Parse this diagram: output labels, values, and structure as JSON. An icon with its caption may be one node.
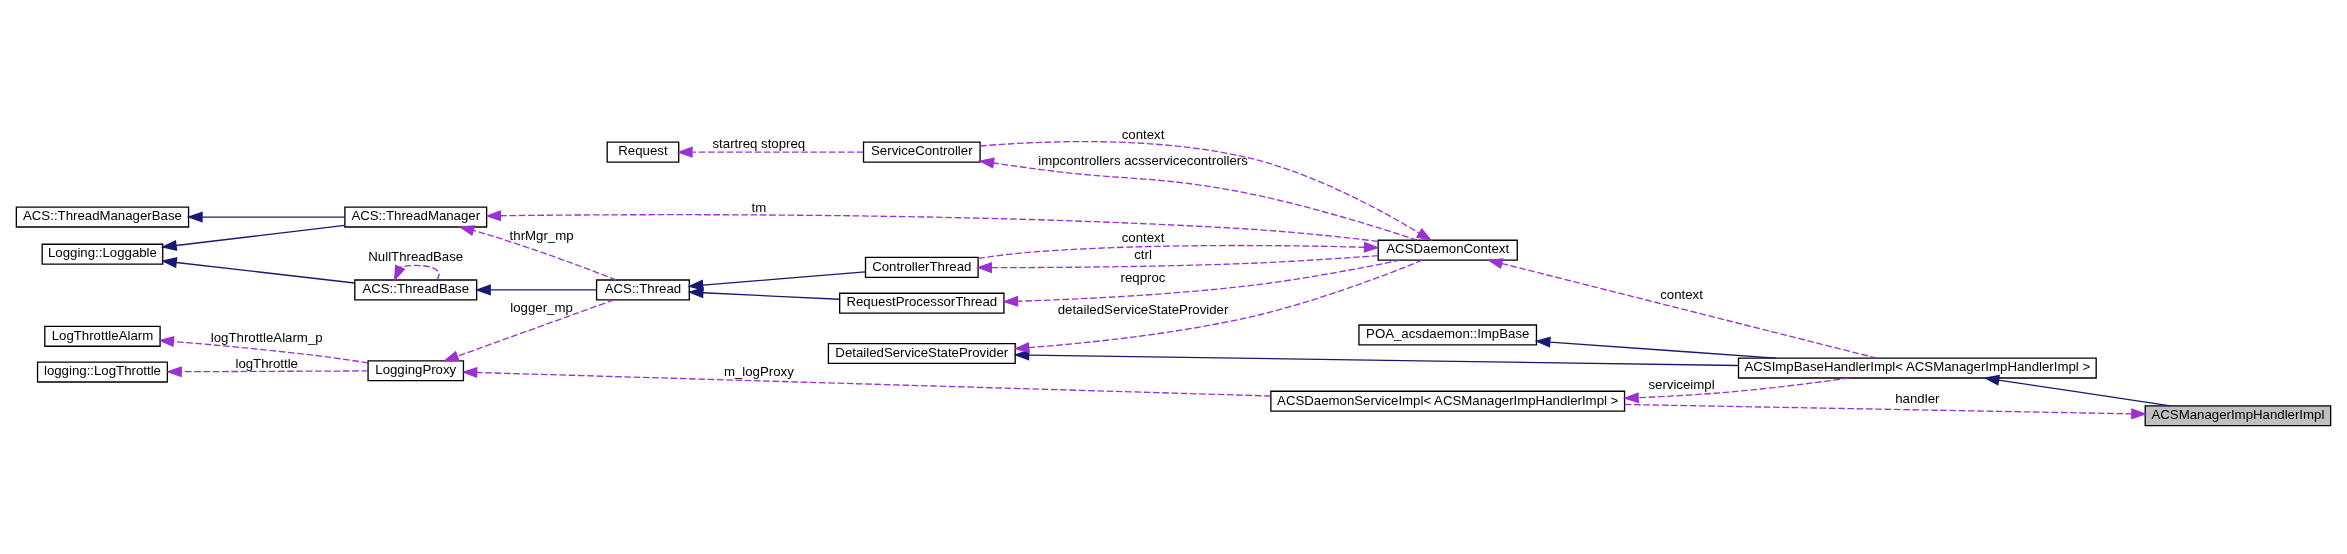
{
  "diagram": {
    "nodes": [
      {
        "text": [
          "ACSManagerImpHandlerImpl"
        ]
      },
      {
        "text": [
          "ACSDaemonServiceImpl< ACSManagerImpHandlerImpl >"
        ]
      },
      {
        "text": [
          "POA_acsdaemon::ImpBase"
        ]
      },
      {
        "text": [
          "ACSImpBaseHandlerImpl< ACSManagerImpHandlerImpl >"
        ]
      },
      {
        "text": [
          "LogThrottleAlarm"
        ]
      },
      {
        "text": [
          "LoggingProxy"
        ]
      },
      {
        "text": [
          "logging::LogThrottle"
        ]
      },
      {
        "text": [
          "DetailedServiceStateProvider"
        ]
      },
      {
        "text": [
          "Logging::Loggable"
        ]
      },
      {
        "text": [
          "ACS::ThreadBase"
        ]
      },
      {
        "text": [
          "ACS::Thread"
        ]
      },
      {
        "text": [
          "ACS::ThreadManagerBase"
        ]
      },
      {
        "text": [
          "ACS::ThreadManager"
        ]
      },
      {
        "text": [
          "RequestProcessorThread"
        ]
      },
      {
        "text": [
          "ACSDaemonContext"
        ]
      },
      {
        "text": [
          "ControllerThread"
        ]
      },
      {
        "text": [
          "ServiceController"
        ]
      },
      {
        "text": [
          "Request"
        ]
      }
    ],
    "edges": [
      {
        "from": 0,
        "to": 3,
        "arrow": "to",
        "color": "#191970"
      },
      {
        "from": 1,
        "to": 0,
        "arrow": "to",
        "label": "handler",
        "style": "dashed"
      },
      {
        "from": 3,
        "to": 1,
        "arrow": "to",
        "label": "serviceimpl",
        "style": "dashed"
      },
      {
        "from": 3,
        "to": 2,
        "arrow": "to",
        "color": "#191970"
      },
      {
        "from": 3,
        "to": 7,
        "arrow": "to",
        "color": "#191970"
      },
      {
        "from": 1,
        "to": 5,
        "arrow": "to",
        "label": "m_logProxy",
        "style": "dashed"
      },
      {
        "from": 5,
        "to": 4,
        "arrow": "to",
        "label": "logThrottleAlarm_p",
        "style": "dashed"
      },
      {
        "from": 5,
        "to": 6,
        "arrow": "to",
        "label": "logThrottle",
        "style": "dashed"
      },
      {
        "from": 10,
        "to": 5,
        "arrow": "to",
        "label": "logger_mp",
        "style": "dashed"
      },
      {
        "from": 9,
        "to": 8,
        "arrow": "to",
        "color": "#191970"
      },
      {
        "from": 9,
        "to": 9,
        "arrow": "to",
        "label": "NullThreadBase",
        "style": "dashed"
      },
      {
        "from": 10,
        "to": 9,
        "arrow": "to",
        "color": "#191970"
      },
      {
        "from": 12,
        "to": 8,
        "arrow": "to",
        "color": "#191970"
      },
      {
        "from": 12,
        "to": 11,
        "arrow": "to",
        "color": "#191970"
      },
      {
        "from": 10,
        "to": 12,
        "arrow": "to",
        "label": "thrMgr_mp",
        "style": "dashed"
      },
      {
        "from": 13,
        "to": 10,
        "arrow": "to",
        "color": "#191970"
      },
      {
        "from": 15,
        "to": 10,
        "arrow": "to",
        "color": "#191970"
      },
      {
        "from": 14,
        "to": 7,
        "arrow": "to",
        "label": "detailedServiceStateProvider",
        "style": "dashed"
      },
      {
        "from": 3,
        "to": 14,
        "arrow": "to",
        "label": "context",
        "style": "dashed"
      },
      {
        "from": 14,
        "to": 13,
        "arrow": "to",
        "label": "reqproc",
        "style": "dashed"
      },
      {
        "from": 14,
        "to": 12,
        "arrow": "to",
        "label": "tm",
        "style": "dashed"
      },
      {
        "from": 14,
        "to": 15,
        "arrow": "to",
        "label": "ctrl",
        "style": "dashed"
      },
      {
        "from": 15,
        "to": 14,
        "arrow": "to",
        "label": "context",
        "style": "dashed"
      },
      {
        "from": 14,
        "to": 16,
        "arrow": "to",
        "label": "impcontrollers acsservicecontrollers",
        "style": "dashed"
      },
      {
        "from": 16,
        "to": 14,
        "arrow": "to",
        "label": "context",
        "style": "dashed"
      },
      {
        "from": 16,
        "to": 17,
        "arrow": "to",
        "label": "startreq stopreq",
        "style": "dashed"
      }
    ]
  }
}
